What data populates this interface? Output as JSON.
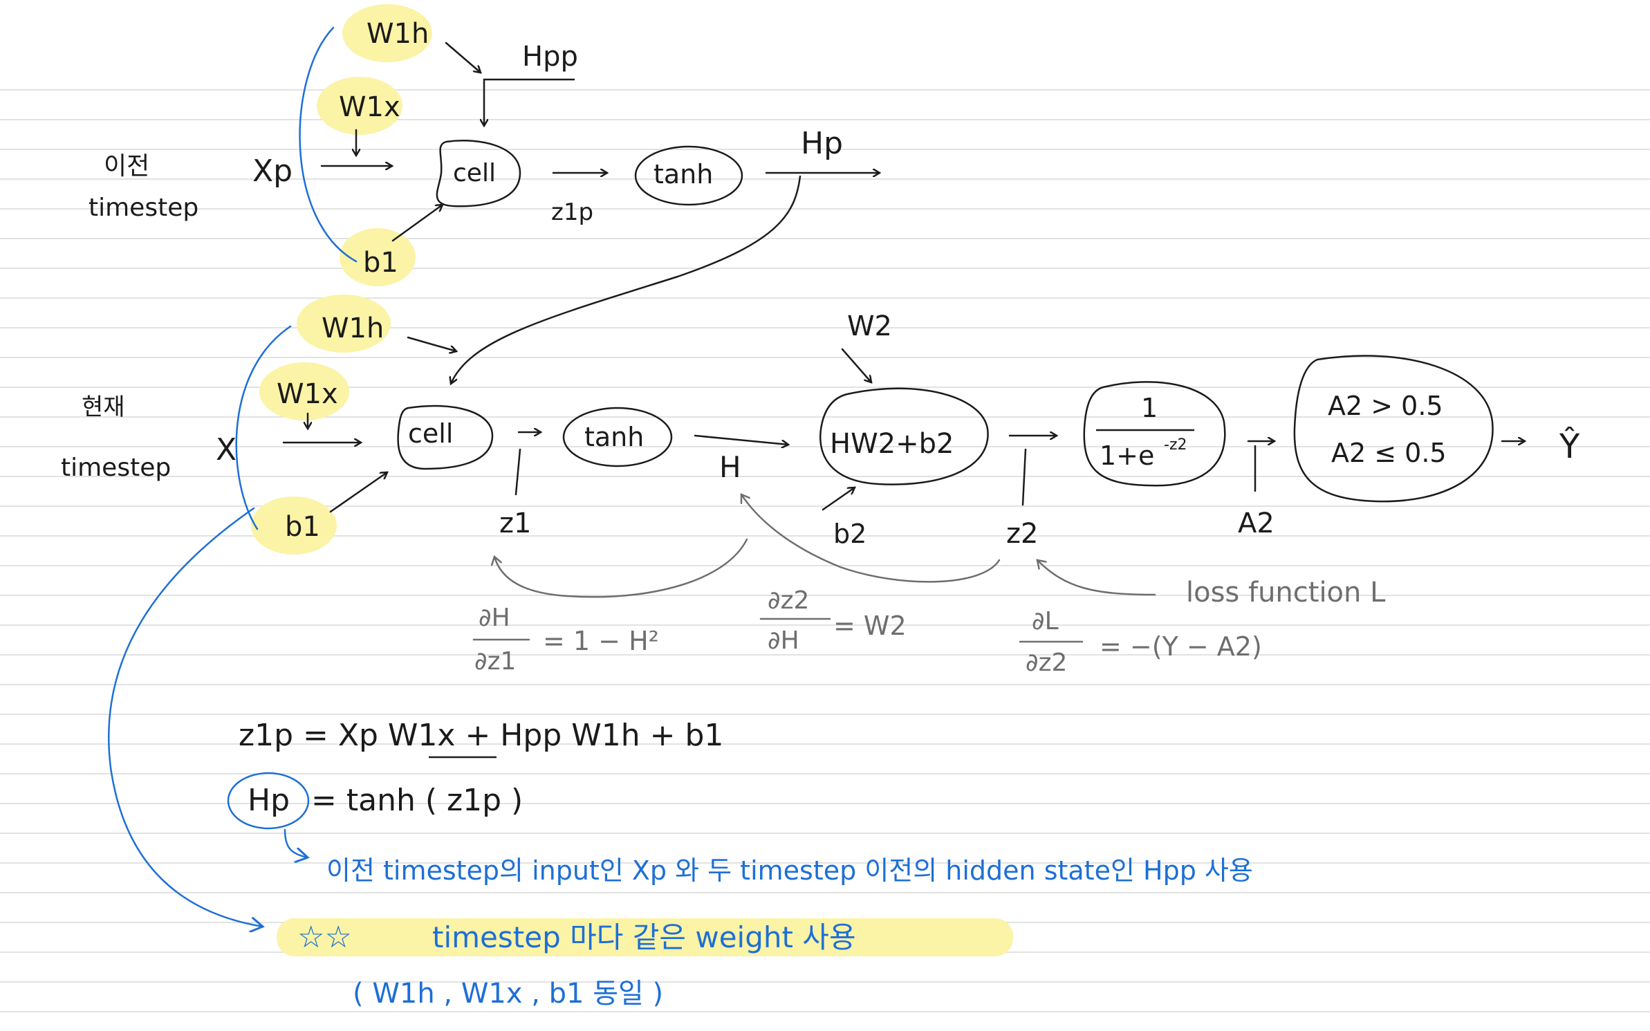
{
  "colors": {
    "ink": "#1b1b1b",
    "gray": "#6e6e6e",
    "blue": "#1d6fd6",
    "highlight": "#fbf3a6",
    "rule": "#d9d9d9"
  },
  "top": {
    "label_line1": "이전",
    "label_line2": "timestep",
    "x_input": "Xp",
    "w_h": "W1h",
    "w_x": "W1x",
    "bias": "b1",
    "hpp": "Hpp",
    "cell": "cell",
    "z": "z1p",
    "tanh": "tanh",
    "output": "Hp"
  },
  "bottom": {
    "label_line1": "현재",
    "label_line2": "timestep",
    "x_input": "X",
    "w_h": "W1h",
    "w_x": "W1x",
    "bias": "b1",
    "cell": "cell",
    "z1": "z1",
    "tanh": "tanh",
    "h": "H",
    "w2": "W2",
    "linear": "HW2+b2",
    "b2": "b2",
    "z2": "z2",
    "sigmoid_num": "1",
    "sigmoid_den": "1+e",
    "sigmoid_exp": "-z2",
    "a2": "A2",
    "threshold_1": "A2 > 0.5",
    "threshold_2": "A2 ≤ 0.5",
    "y_hat": "Ŷ"
  },
  "gradients": {
    "g1_num": "∂H",
    "g1_den": "∂z1",
    "g1_rhs": "= 1 − H²",
    "g2_num": "∂z2",
    "g2_den": "∂H",
    "g2_rhs": "= W2",
    "g3_num": "∂L",
    "g3_den": "∂z2",
    "g3_rhs": "= −(Y − A2)",
    "loss_label": "loss function L"
  },
  "equations": {
    "eq1": "z1p = Xp W1x + Hpp W1h + b1",
    "eq2_lhs": "Hp",
    "eq2_rhs": "= tanh ( z1p )"
  },
  "notes": {
    "note1": "이전 timestep의 input인 Xp 와 두 timestep 이전의 hidden state인 Hpp 사용",
    "star": "☆☆",
    "note2": "timestep 마다 같은 weight 사용",
    "note3": "( W1h , W1x , b1 동일 )"
  }
}
